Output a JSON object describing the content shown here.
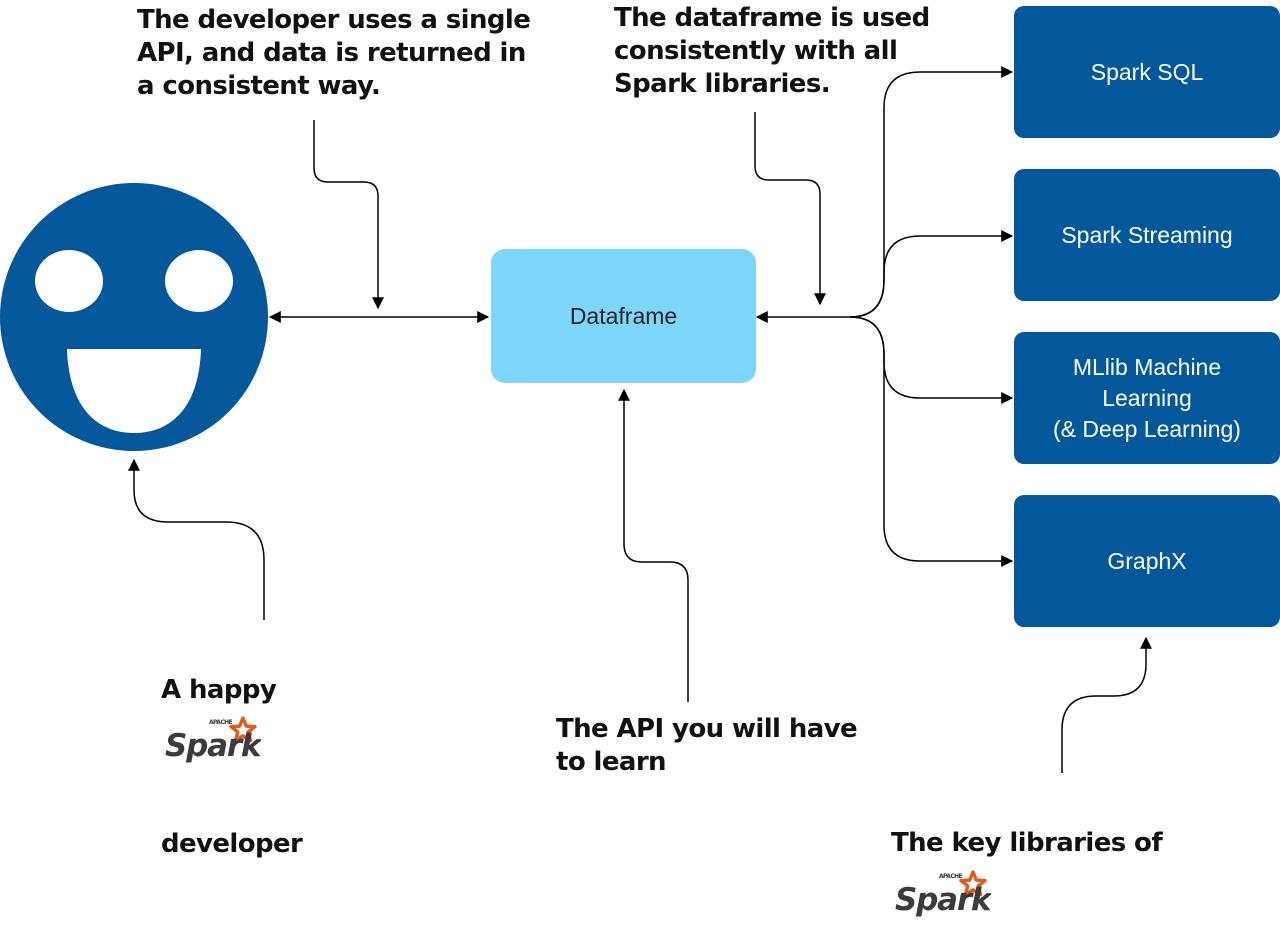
{
  "diagram": {
    "center_node": {
      "label": "Dataframe"
    },
    "library_nodes": [
      {
        "label": "Spark SQL"
      },
      {
        "label": "Spark Streaming"
      },
      {
        "label": "MLlib Machine\nLearning\n(& Deep Learning)"
      },
      {
        "label": "GraphX"
      }
    ],
    "annotations": {
      "single_api": "The developer uses a single\nAPI, and data is returned in\na consistent way.",
      "dataframe_consistent": "The dataframe is used\nconsistently with all\nSpark libraries.",
      "happy_prefix": "A happy",
      "happy_suffix": "developer",
      "api_learn": "The API you will have\nto learn",
      "key_libraries_prefix": "The key libraries of"
    },
    "logo": {
      "name": "apache-spark-logo",
      "small_text": "APACHE",
      "word": "Spark"
    },
    "colors": {
      "face": "#03579b",
      "library_box": "#03579b",
      "dataframe_box": "#7dd6fc",
      "arrow": "#000000",
      "logo_star": "#e25a1c",
      "logo_text": "#3c3a3e"
    }
  }
}
